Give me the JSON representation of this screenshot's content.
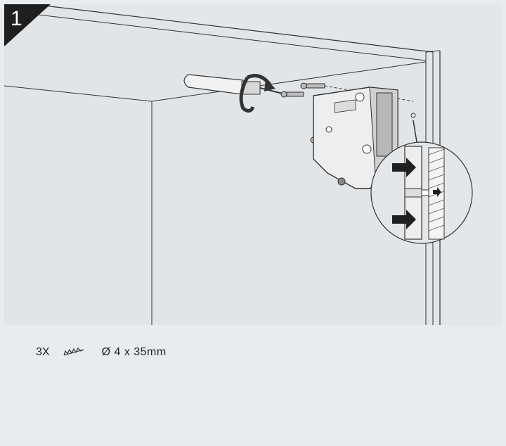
{
  "step": {
    "number": "1"
  },
  "caption": {
    "quantity": "3X",
    "spec": "Ø 4 x 35mm"
  },
  "icons": [
    "step-badge",
    "screwdriver-icon",
    "screw-icon",
    "rotation-arrow-icon",
    "arrow-right-icon",
    "cabinet-diagram",
    "lift-mechanism"
  ],
  "colors": {
    "background": "#e9ecef",
    "badge": "#1f1f1f",
    "panel": "#dfe2e5",
    "line": "#333333"
  }
}
